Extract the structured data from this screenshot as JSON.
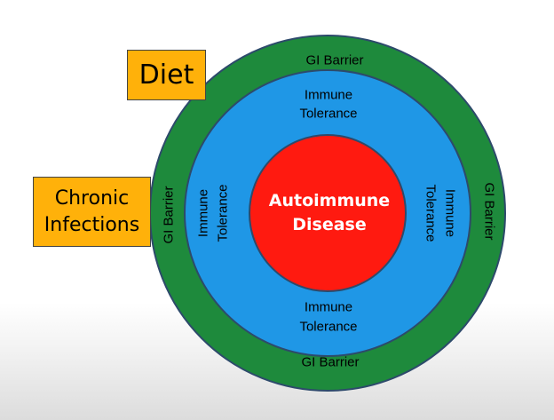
{
  "colors": {
    "outer_ring": "#1e8a3c",
    "middle_ring": "#1f97e6",
    "core": "#ff1a10",
    "label_box": "#ffb10a",
    "ring_stroke": "#2d4a6b"
  },
  "outer_ring": {
    "top": "GI Barrier",
    "bottom": "GI Barrier",
    "left": "GI Barrier",
    "right": "GI Barrier"
  },
  "middle_ring": {
    "top": [
      "Immune",
      "Tolerance"
    ],
    "bottom": [
      "Immune",
      "Tolerance"
    ],
    "left": [
      "Immune",
      "Tolerance"
    ],
    "right": [
      "Immune",
      "Tolerance"
    ]
  },
  "core": {
    "lines": [
      "Autoimmune",
      "Disease"
    ]
  },
  "labels": {
    "diet": "Diet",
    "chronic_infections": [
      "Chronic",
      "Infections"
    ]
  }
}
